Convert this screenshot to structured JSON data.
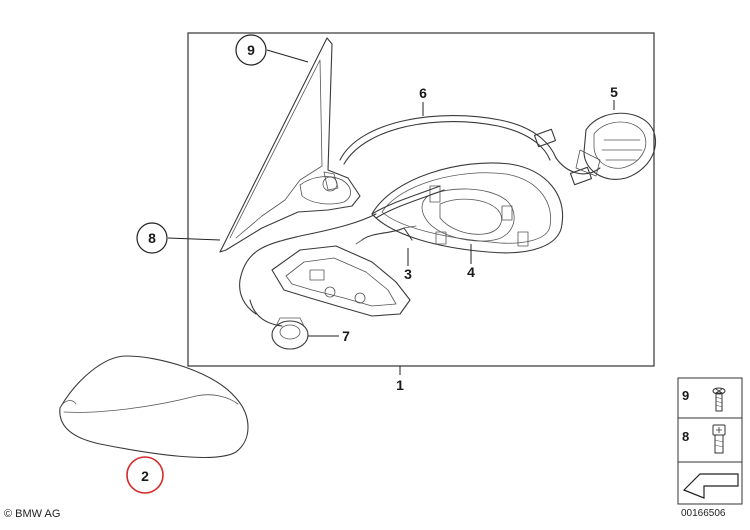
{
  "callouts": {
    "c1": "1",
    "c2": "2",
    "c3": "3",
    "c4": "4",
    "c5": "5",
    "c6": "6",
    "c7": "7",
    "c8": "8",
    "c9": "9"
  },
  "legend": {
    "item_9": "9",
    "item_8": "8"
  },
  "footer": {
    "copyright": "© BMW AG",
    "document_number": "00166506"
  },
  "colors": {
    "highlight_circle": "#d62b2b",
    "line": "#3a3a3a"
  }
}
